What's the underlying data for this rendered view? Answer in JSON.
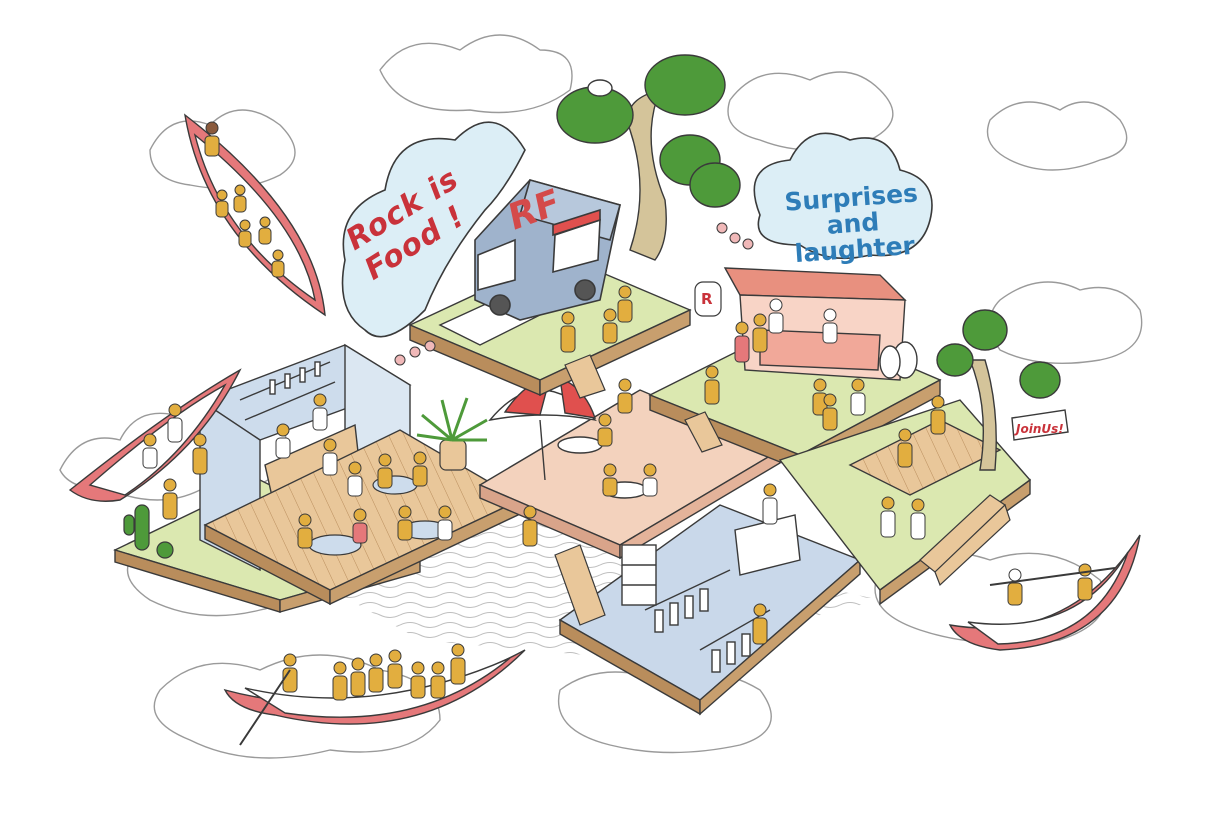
{
  "clouds": {
    "rock_bubble": "Rock is Food !",
    "surprise_bubble": [
      "Surprises",
      "and",
      "laughter"
    ]
  },
  "van": {
    "logo": "RF"
  },
  "lantern": {
    "mark": "R"
  },
  "sign": {
    "text": "JoinUs!"
  },
  "colors": {
    "ink": "#3a3a3a",
    "grass": "#dbe8b0",
    "deck": "#e9c79a",
    "plaza": "#f3d2bd",
    "shop_floor": "#c9d8ea",
    "bar_wall": "#cddcec",
    "people": "#e2ae3f",
    "boat": "#e5787a",
    "bubble": "#dceef6",
    "tree": "#4e9a3a",
    "trunk": "#d4c49a",
    "accent_red": "#c9323a",
    "accent_blue": "#2e7db8"
  }
}
